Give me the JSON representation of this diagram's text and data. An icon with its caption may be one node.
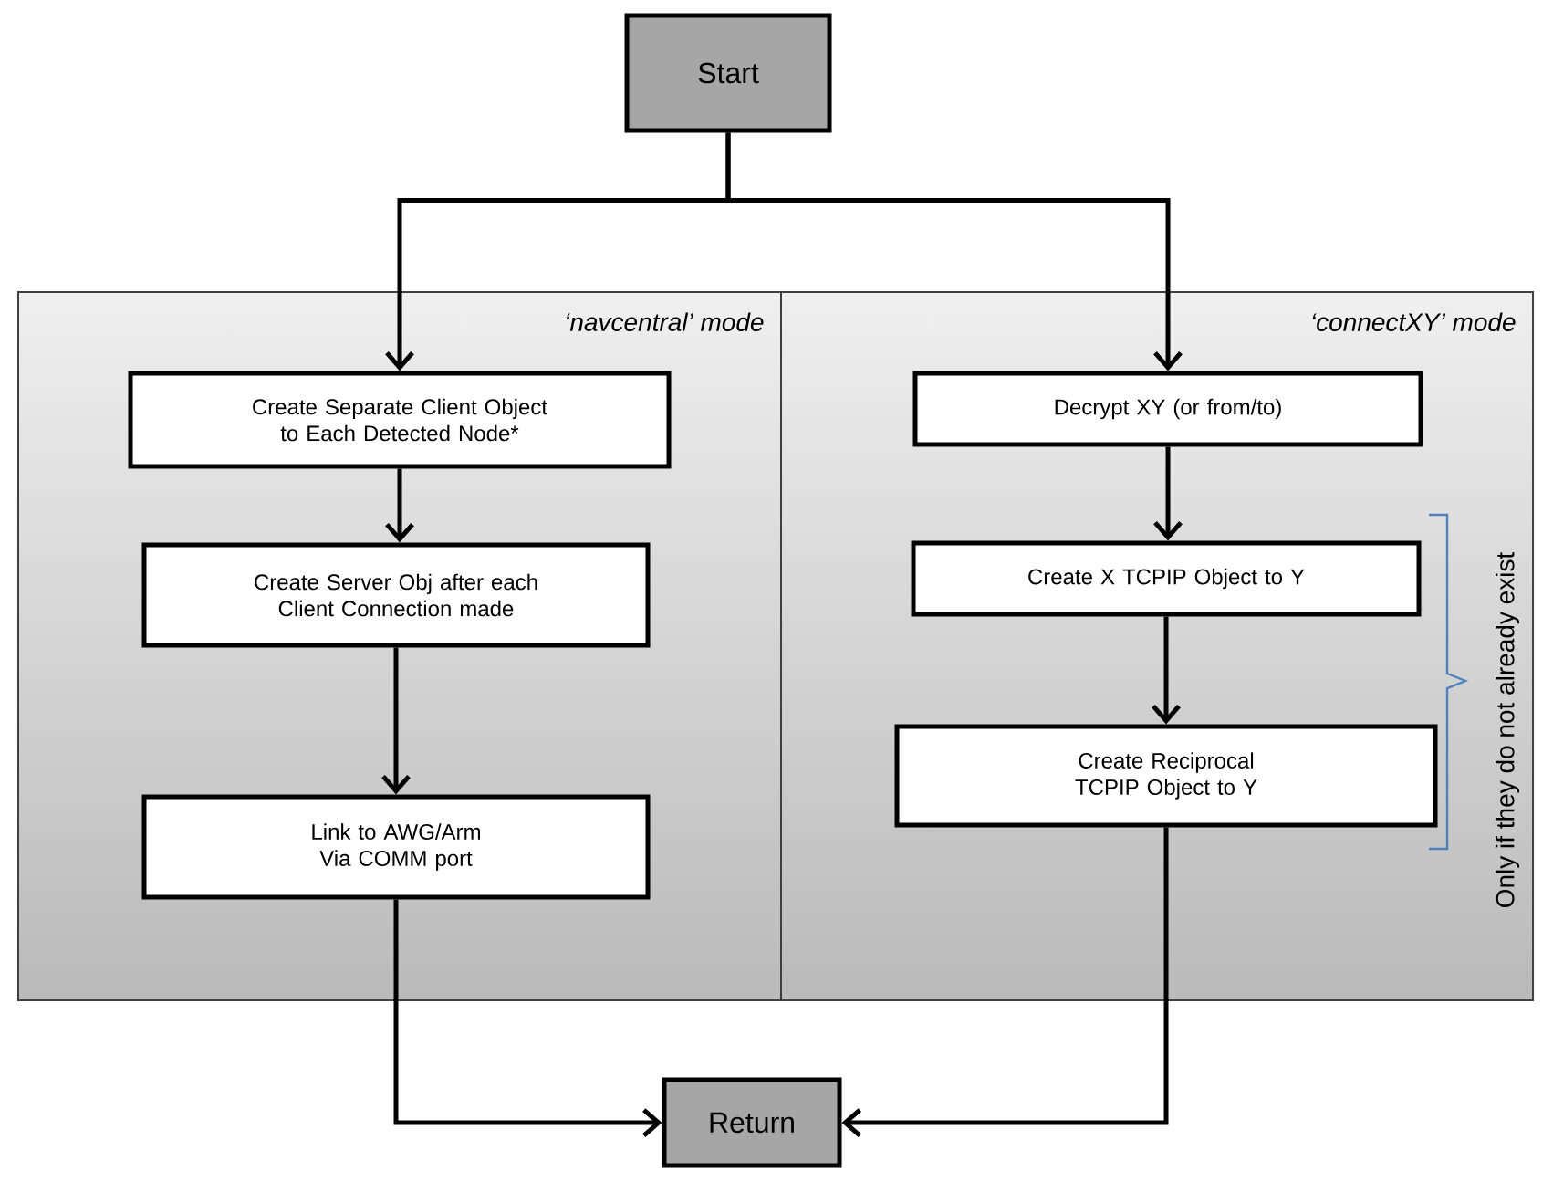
{
  "diagram": {
    "nodes": [
      {
        "text": [
          "Start"
        ]
      },
      {
        "text": [
          "‘navcentral’ mode"
        ]
      },
      {
        "text": [
          "‘connectXY’ mode"
        ]
      },
      {
        "text": [
          "Create Separate Client Object to Each Detected Node*"
        ],
        "in": 1
      },
      {
        "text": [
          "Create Server Obj after each Client Connection made"
        ],
        "in": 1
      },
      {
        "text": [
          "Link to AWG/Arm Via COMM port"
        ],
        "in": 1
      },
      {
        "text": [
          "Decrypt XY (or from/to)"
        ],
        "in": 2
      },
      {
        "text": [
          "Create X TCPIP Object to Y"
        ],
        "in": 2
      },
      {
        "text": [
          "Create Reciprocal TCPIP Object to Y"
        ],
        "in": 2
      },
      {
        "text": [
          "Return"
        ]
      }
    ],
    "edges": [
      {
        "from": 0,
        "to": 3,
        "arrow": "to"
      },
      {
        "from": 0,
        "to": 6,
        "arrow": "to"
      },
      {
        "from": 3,
        "to": 4,
        "arrow": "to"
      },
      {
        "from": 4,
        "to": 5,
        "arrow": "to"
      },
      {
        "from": 5,
        "to": 9,
        "arrow": "to"
      },
      {
        "from": 6,
        "to": 7,
        "arrow": "to"
      },
      {
        "from": 7,
        "to": 8,
        "arrow": "to"
      },
      {
        "from": 8,
        "to": 9,
        "arrow": "to"
      }
    ],
    "labels": [
      "Only if they do not already exist"
    ]
  }
}
